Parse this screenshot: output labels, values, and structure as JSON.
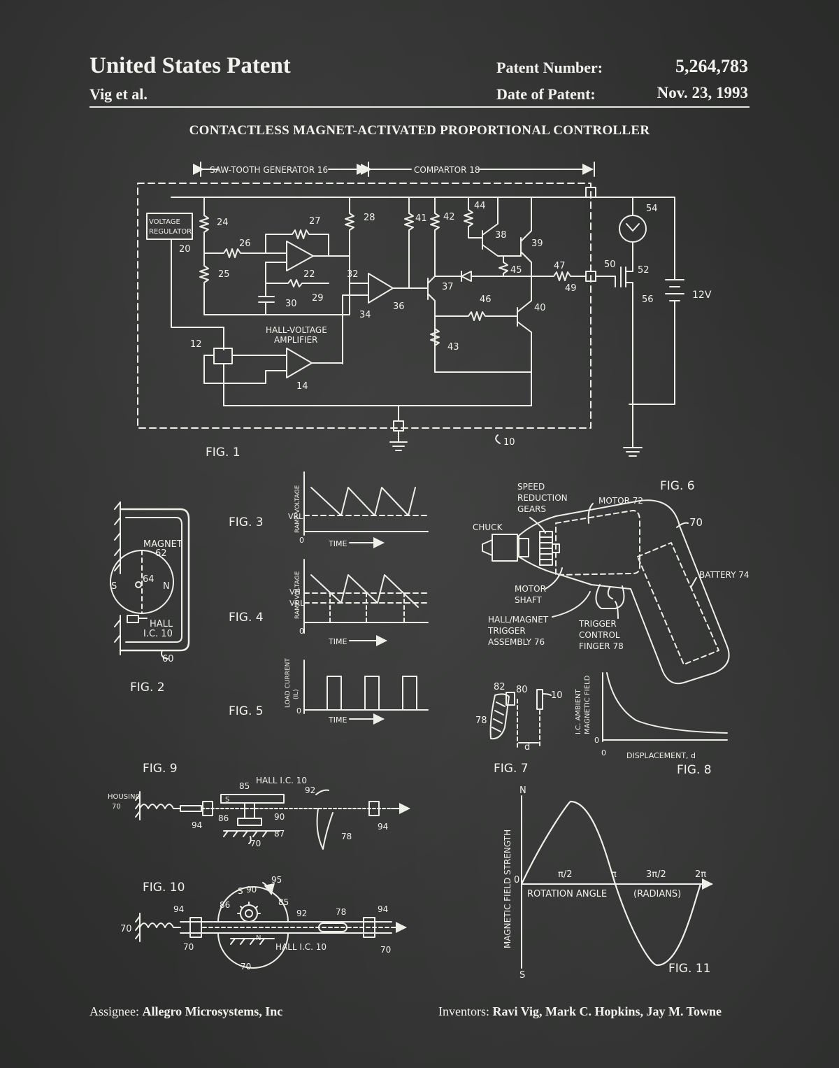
{
  "header": {
    "title": "United States Patent",
    "authors": "Vig et al.",
    "patent_number_label": "Patent Number:",
    "patent_number": "5,264,783",
    "date_label": "Date of Patent:",
    "date": "Nov. 23, 1993"
  },
  "subtitle": "CONTACTLESS MAGNET-ACTIVATED PROPORTIONAL CONTROLLER",
  "fig1": {
    "label": "FIG. 1",
    "saw_tooth": "SAW-TOOTH GENERATOR 16",
    "comparator": "COMPARTOR 18",
    "voltage_regulator_1": "VOLTAGE",
    "voltage_regulator_2": "REGULATOR",
    "hall_amp_1": "HALL-VOLTAGE",
    "hall_amp_2": "AMPLIFIER",
    "voltage": "12V",
    "refs": {
      "r10": "10",
      "r12": "12",
      "r14": "14",
      "r20": "20",
      "r22": "22",
      "r24": "24",
      "r25": "25",
      "r26": "26",
      "r27": "27",
      "r28": "28",
      "r29": "29",
      "r30": "30",
      "r32": "32",
      "r34": "34",
      "r36": "36",
      "r37": "37",
      "r38": "38",
      "r39": "39",
      "r40": "40",
      "r41": "41",
      "r42": "42",
      "r43": "43",
      "r44": "44",
      "r45": "45",
      "r46": "46",
      "r47": "47",
      "r49": "49",
      "r50": "50",
      "r52": "52",
      "r54": "54",
      "r56": "56"
    }
  },
  "fig2": {
    "label": "FIG. 2",
    "magnet": "MAGNET",
    "magnet_ref": "62",
    "center_ref": "64",
    "south": "S",
    "north": "N",
    "hall": "HALL",
    "hall_ic": "I.C. 10",
    "housing_ref": "60"
  },
  "fig3": {
    "label": "FIG. 3",
    "ylabel": "RAMP VOLTAGE",
    "xlabel": "TIME",
    "vrl": "VRL",
    "origin": "0"
  },
  "fig4": {
    "label": "FIG. 4",
    "ylabel": "RAMP VOLTAGE",
    "xlabel": "TIME",
    "vh": "VH",
    "vrl": "VRL",
    "origin": "0"
  },
  "fig5": {
    "label": "FIG. 5",
    "ylabel_1": "LOAD CURRENT",
    "ylabel_2": "(IL)",
    "xlabel": "TIME",
    "origin": "0"
  },
  "fig6": {
    "label": "FIG. 6",
    "gears_1": "SPEED",
    "gears_2": "REDUCTION",
    "gears_3": "GEARS",
    "motor": "MOTOR 72",
    "chuck": "CHUCK",
    "ref70": "70",
    "battery": "BATTERY 74",
    "motor_shaft_1": "MOTOR",
    "motor_shaft_2": "SHAFT",
    "hall_1": "HALL/MAGNET",
    "hall_2": "TRIGGER",
    "hall_3": "ASSEMBLY 76",
    "trigger_1": "TRIGGER",
    "trigger_2": "CONTROL",
    "trigger_3": "FINGER 78"
  },
  "fig7": {
    "label": "FIG. 7",
    "r82": "82",
    "r80": "80",
    "r10": "10",
    "r78": "78",
    "d": "d"
  },
  "fig8": {
    "label": "FIG. 8",
    "ylabel_1": "I.C. AMBIENT",
    "ylabel_2": "MAGNETIC FIELD",
    "xlabel": "DISPLACEMENT, d",
    "origin_x": "0",
    "origin_y": "0"
  },
  "fig9": {
    "label": "FIG. 9",
    "housing_1": "HOUSING",
    "housing_2": "70",
    "hall": "HALL I.C. 10",
    "s": "S",
    "r85": "85",
    "r86": "86",
    "r87": "87",
    "r90": "90",
    "r92": "92",
    "r94a": "94",
    "r94b": "94",
    "r70": "70",
    "r78": "78"
  },
  "fig10": {
    "label": "FIG. 10",
    "hall": "HALL I.C. 10",
    "s": "S",
    "n": "N",
    "r70a": "70",
    "r70b": "70",
    "r70c": "70",
    "r70d": "70",
    "r78": "78",
    "r85": "85",
    "r86": "86",
    "r90": "90",
    "r92": "92",
    "r94a": "94",
    "r94b": "94",
    "r95": "95"
  },
  "fig11": {
    "label": "FIG. 11",
    "ylabel": "MAGNETIC FIELD STRENGTH",
    "north": "N",
    "south": "S",
    "origin": "0",
    "xlabel": "ROTATION ANGLE",
    "units": "(RADIANS)",
    "t1": "π/2",
    "t2": "π",
    "t3": "3π/2",
    "t4": "2π"
  },
  "footer": {
    "assignee_label": "Assignee:",
    "assignee": "Allegro Microsystems, Inc",
    "inventors_label": "Inventors:",
    "inventors": "Ravi Vig,  Mark C. Hopkins, Jay M. Towne"
  }
}
